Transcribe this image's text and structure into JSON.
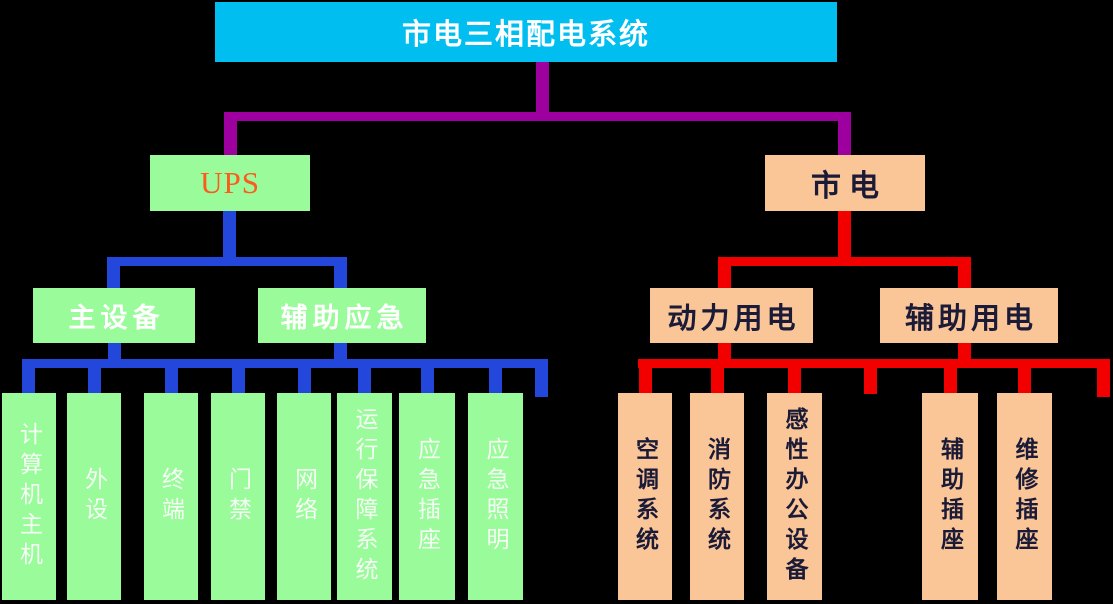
{
  "title": "市电三相配电系统",
  "colors": {
    "background": "#000000",
    "title_fill": "#00BEF0",
    "green_fill": "#99FB99",
    "peach_fill": "#FAC698",
    "purple_line": "#9E00A0",
    "blue_line": "#2347DB",
    "red_line": "#F20000",
    "ups_text": "#FF5A1E",
    "dark_text": "#1B1B38",
    "light_text": "#FFFFFF"
  },
  "ups": {
    "label": "UPS",
    "children": [
      {
        "label": "主设备"
      },
      {
        "label": "辅助应急"
      }
    ],
    "leaves": [
      {
        "label": "计算机主机"
      },
      {
        "label": "外设"
      },
      {
        "label": "终端"
      },
      {
        "label": "门禁"
      },
      {
        "label": "网络"
      },
      {
        "label": "运行保障系统"
      },
      {
        "label": "应急插座"
      },
      {
        "label": "应急照明"
      }
    ]
  },
  "mains": {
    "label": "市电",
    "children": [
      {
        "label": "动力用电"
      },
      {
        "label": "辅助用电"
      }
    ],
    "power_leaves": [
      {
        "label": "空调系统"
      },
      {
        "label": "消防系统"
      },
      {
        "label": "感性办公设备"
      }
    ],
    "aux_leaves": [
      {
        "label": "辅助插座"
      },
      {
        "label": "维修插座"
      }
    ]
  }
}
